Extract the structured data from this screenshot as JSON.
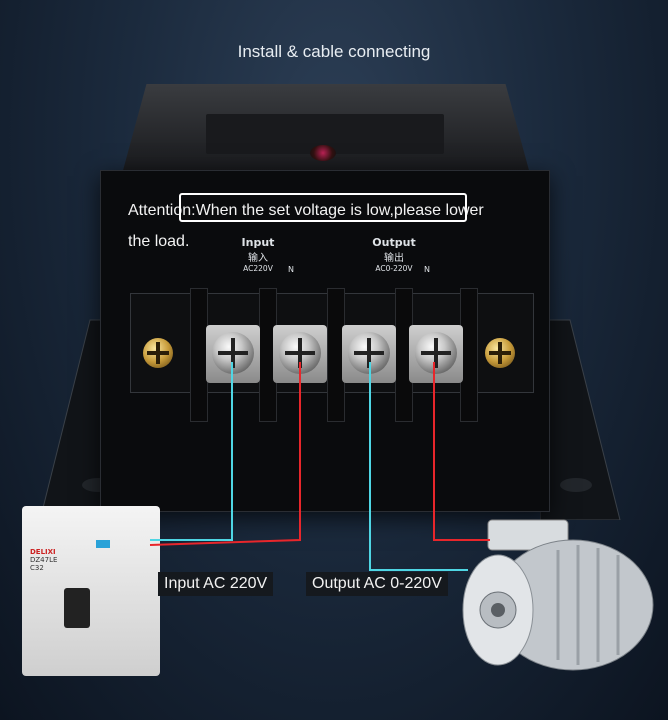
{
  "title": "Install & cable connecting",
  "attention": {
    "line1": "Attention:When the set voltage is low,please lower",
    "line2": "the load."
  },
  "input_label": {
    "en": "Input",
    "zh": "输入",
    "range": "AC220V",
    "n": "N"
  },
  "output_label": {
    "en": "Output",
    "zh": "输出",
    "range": "AC0-220V",
    "n": "N"
  },
  "breaker": {
    "brand": "DELIXI",
    "model": "DZ47LE",
    "rating": "C32"
  },
  "captions": {
    "input": "Input AC 220V",
    "output": "Output AC 0-220V"
  },
  "colors": {
    "cyan_wire": "#4fd6e4",
    "red_wire": "#e8262b"
  }
}
